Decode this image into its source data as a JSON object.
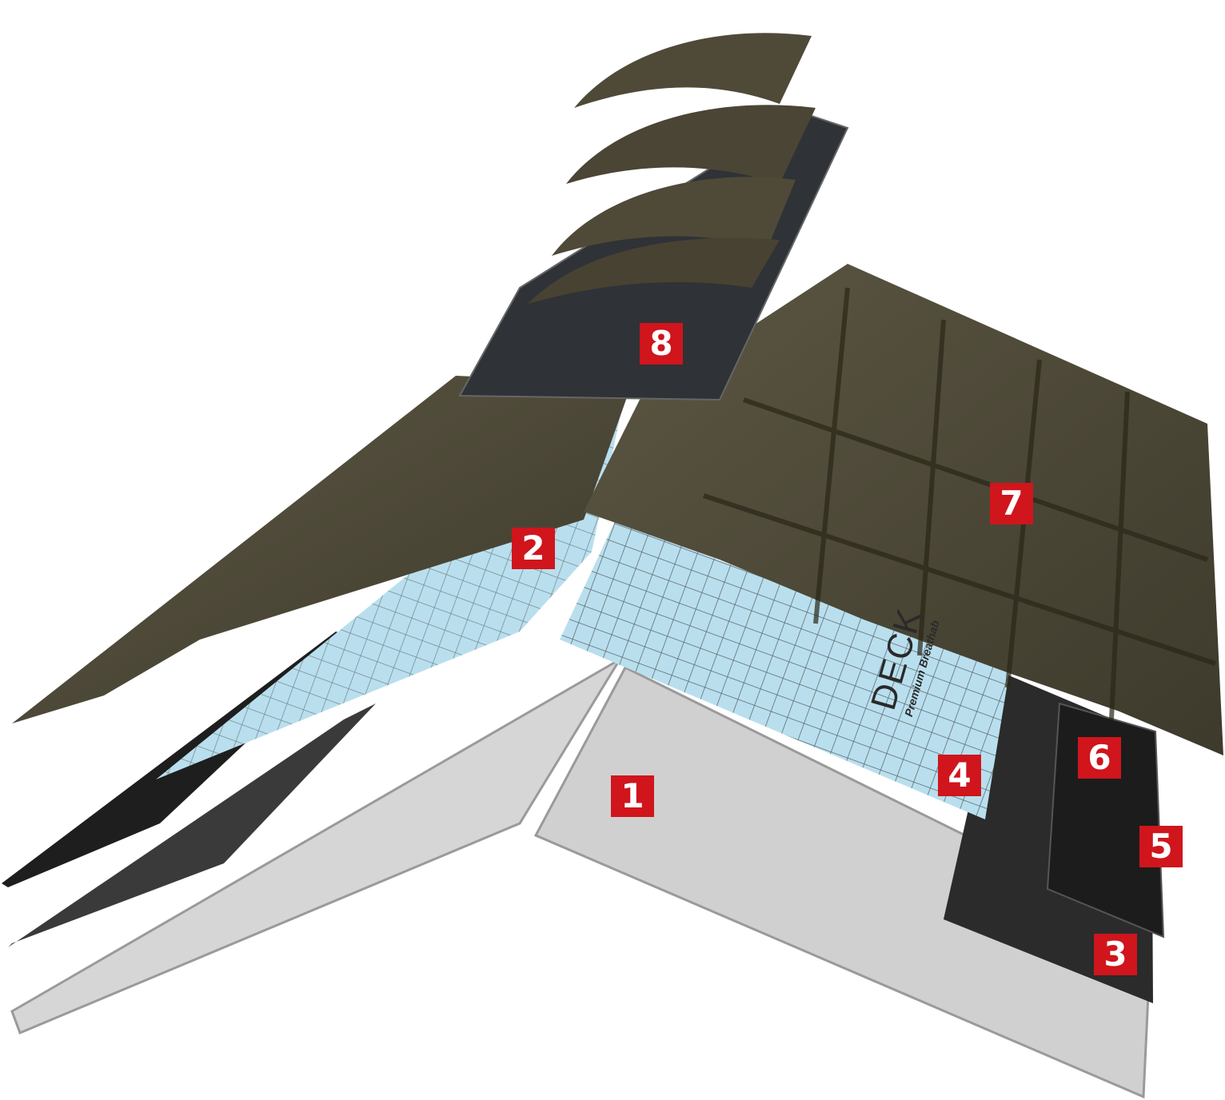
{
  "colors": {
    "label": "#d0151c",
    "shingle": "#4f4a38",
    "plywood": "#d4d4d4",
    "underlayment": "#b9dfee",
    "membrane": "#2b2b2b"
  },
  "labels": [
    "1",
    "2",
    "3",
    "4",
    "5",
    "6",
    "7",
    "8"
  ],
  "underlayment_brand": "DECK",
  "underlayment_subtitle": "Premium Breathab"
}
